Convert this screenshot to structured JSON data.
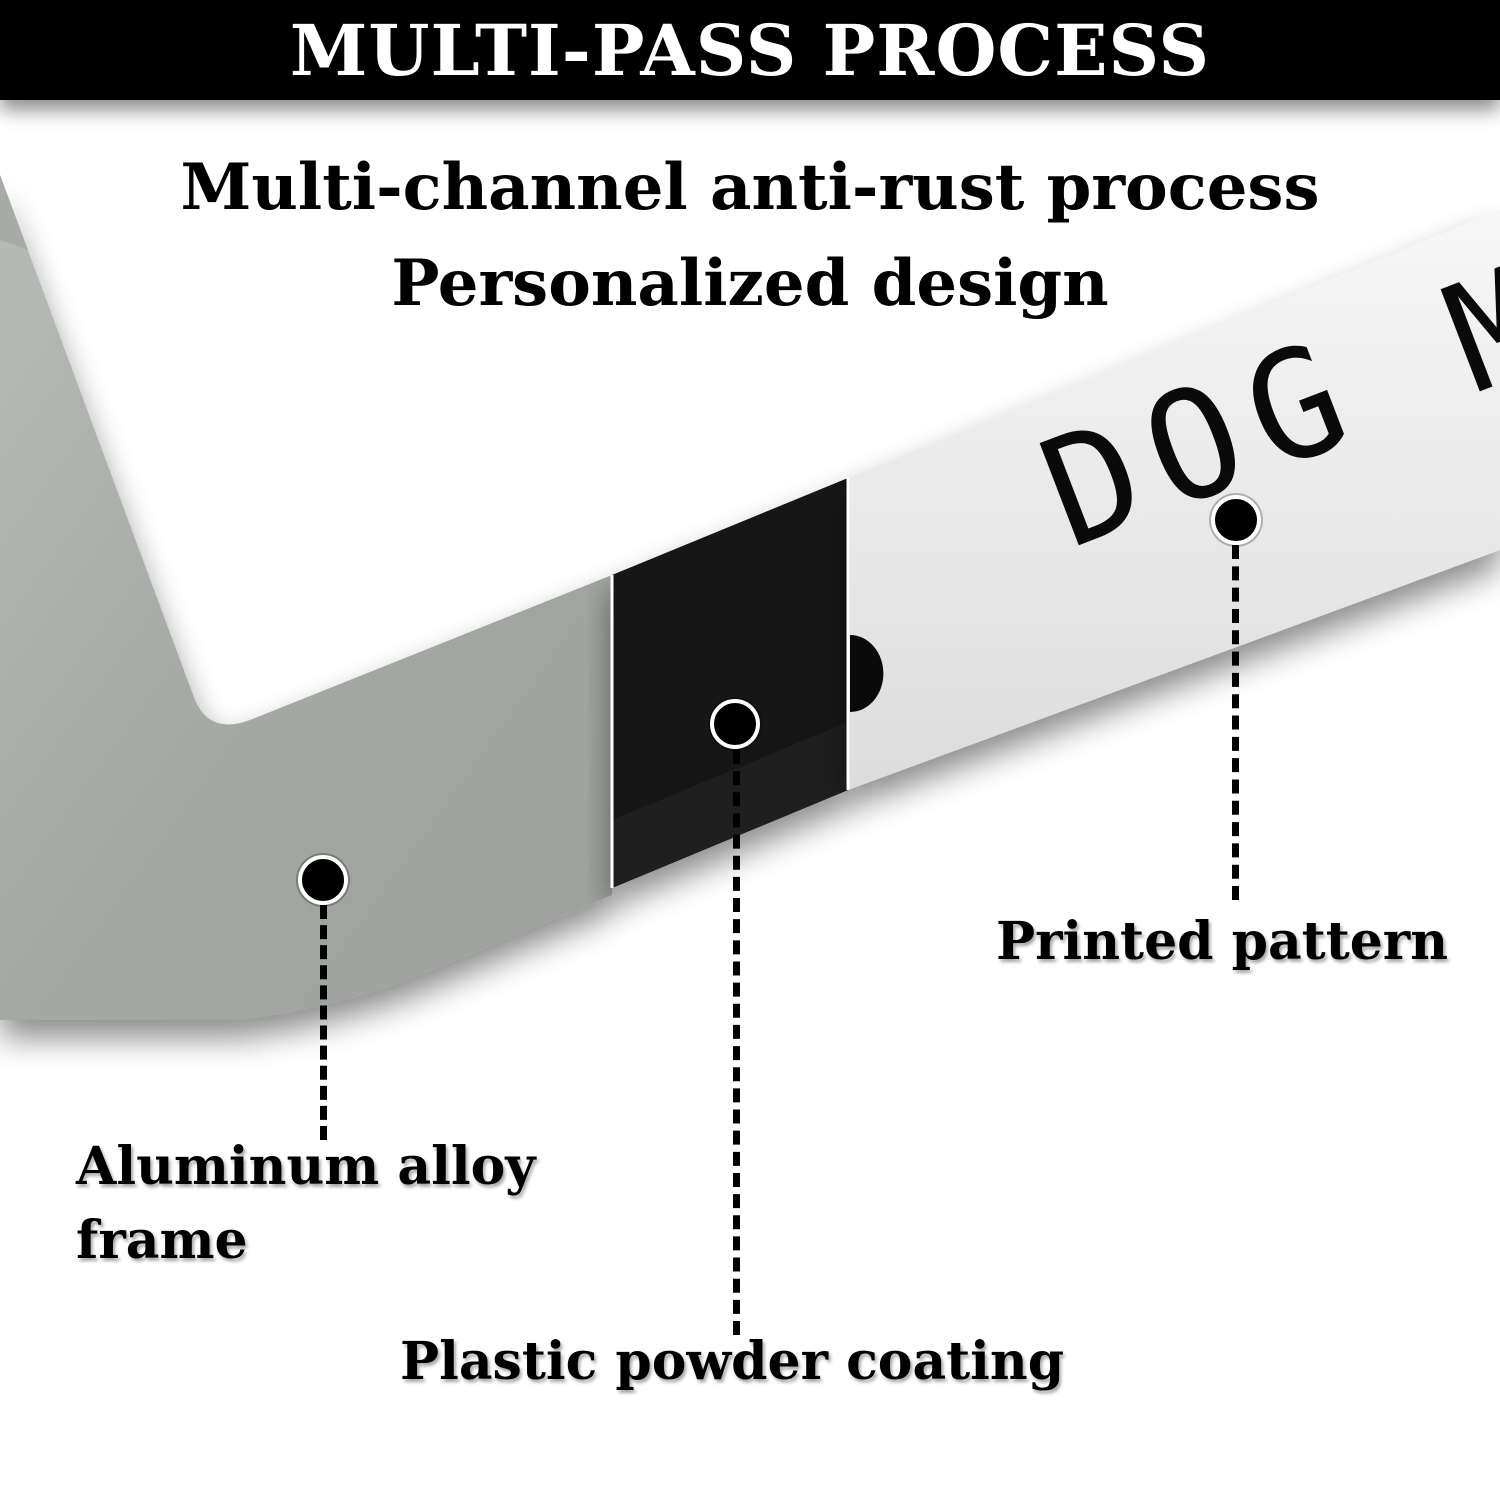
{
  "header": {
    "title": "MULTI-PASS PROCESS"
  },
  "subtitles": {
    "line1": "Multi-channel anti-rust process",
    "line2": "Personalized design"
  },
  "plate": {
    "printed_text": "DOG M"
  },
  "callouts": {
    "printed_pattern": "Printed pattern",
    "aluminum_line1": "Aluminum alloy",
    "aluminum_line2": "frame",
    "powder_coating": "Plastic powder coating"
  },
  "colors": {
    "header_bg": "#000000",
    "aluminum": "#a9aca9",
    "coating": "#111111",
    "printed_surface": "#ececec"
  }
}
